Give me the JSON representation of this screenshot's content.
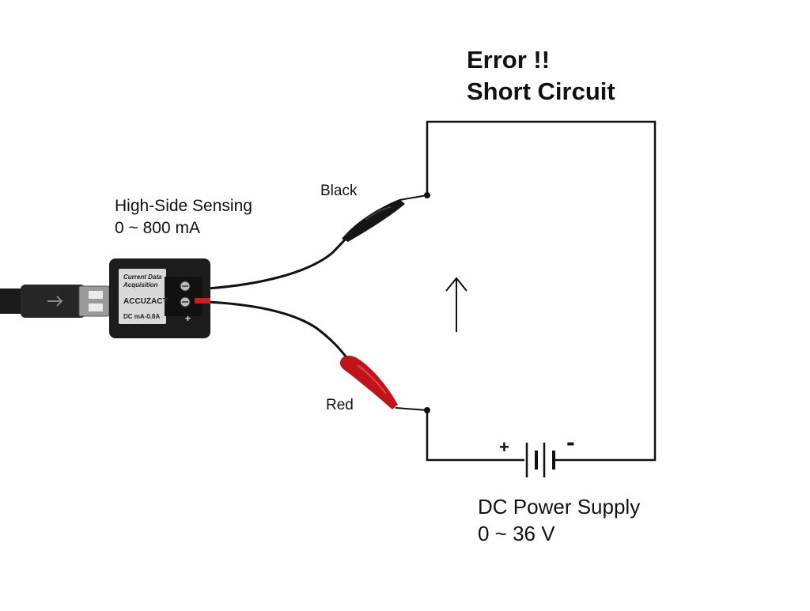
{
  "error": {
    "line1": "Error !!",
    "line2": "Short Circuit"
  },
  "sensor": {
    "sensing_line1": "High-Side Sensing",
    "sensing_line2": "0 ~ 800 mA",
    "label_top": "Current Data Acquisition",
    "brand": "ACCUZACT",
    "model": "DC mA-0.8A",
    "plus_mark": "+"
  },
  "leads": {
    "black": "Black",
    "red": "Red"
  },
  "supply": {
    "line1": "DC Power Supply",
    "line2": "0 ~ 36 V",
    "positive": "+",
    "negative": "-"
  },
  "colors": {
    "wire": "#111111",
    "red_clip": "#c0141c",
    "black_clip": "#151515",
    "device_body": "#1c1c1c",
    "device_label": "#d9d9d9"
  },
  "icons": [
    "usb-cable",
    "current-direction-arrow",
    "battery-symbol",
    "alligator-clip"
  ]
}
